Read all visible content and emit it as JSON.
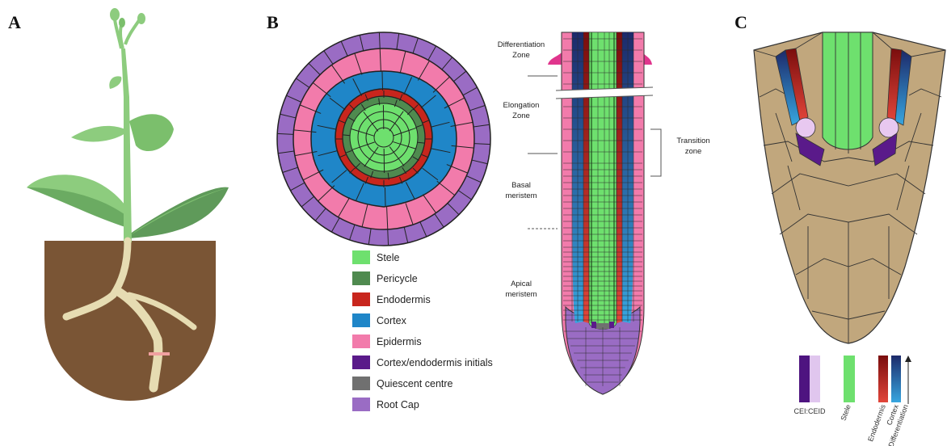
{
  "panels": {
    "a": {
      "label": "A"
    },
    "b": {
      "label": "B"
    },
    "c": {
      "label": "C"
    }
  },
  "zones": {
    "differentiation": [
      "Differentiation",
      "Zone"
    ],
    "elongation": [
      "Elongation",
      "Zone"
    ],
    "basal": [
      "Basal",
      "meristem"
    ],
    "apical": [
      "Apical",
      "meristem"
    ],
    "transition": [
      "Transition",
      "zone"
    ]
  },
  "legend": [
    {
      "label": "Stele",
      "color": "#6ee06e"
    },
    {
      "label": "Pericycle",
      "color": "#4f8a4f"
    },
    {
      "label": "Endodermis",
      "color": "#c8261d"
    },
    {
      "label": "Cortex",
      "color": "#1f86c8"
    },
    {
      "label": "Epidermis",
      "color": "#f27bab"
    },
    {
      "label": "Cortex/endodermis initials",
      "color": "#5a1a8a"
    },
    {
      "label": "Quiescent centre",
      "color": "#707070"
    },
    {
      "label": "Root Cap",
      "color": "#9a6cc4"
    }
  ],
  "key_c": {
    "cei": "CEI:CEID",
    "stele": "Stele",
    "endodermis": "Endodermis",
    "cortex": "Cortex",
    "differentiation": "Differentiation"
  },
  "colors": {
    "soil": "#7a5535",
    "plant_light": "#8dcc7e",
    "plant_dark": "#5f9a5a",
    "root": "#e6dcb2",
    "tissue_tan": "#c1a77d"
  }
}
